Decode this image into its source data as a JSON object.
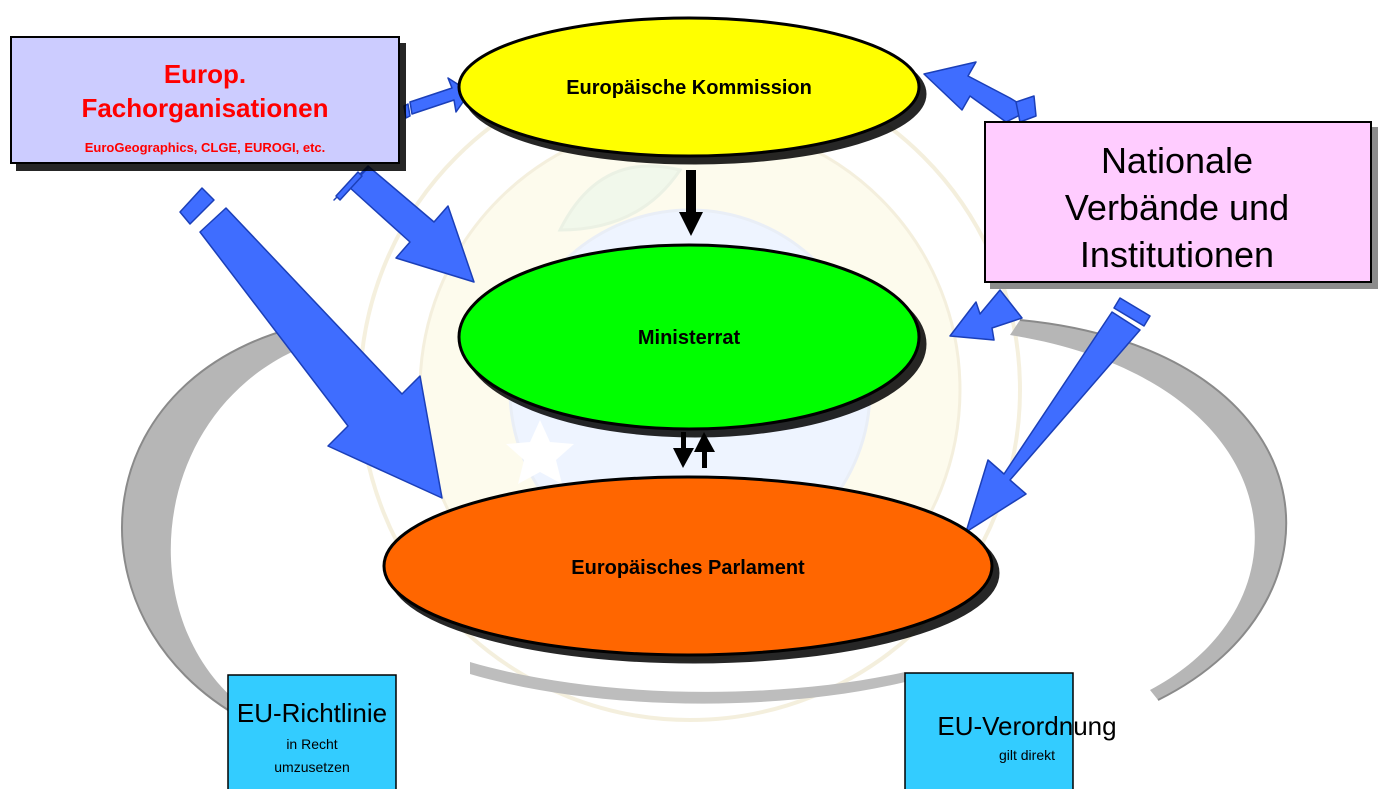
{
  "colors": {
    "background": "#ffffff",
    "cycle_ring": "#b3b3b3",
    "arrow_blue": "#3f6dff",
    "arrow_black": "#000000",
    "kommission_fill": "#ffff00",
    "ministerrat_fill": "#00ff00",
    "parlament_fill": "#ff6600",
    "fachorg_box_fill": "#ccccff",
    "nationale_box_fill": "#ffccff",
    "eu_box_fill": "#33ccff",
    "red_text": "#ff0000"
  },
  "nodes": {
    "kommission": {
      "label": "Europäische Kommission"
    },
    "ministerrat": {
      "label": "Ministerrat"
    },
    "parlament": {
      "label": "Europäisches Parlament"
    }
  },
  "boxes": {
    "fachorganisationen": {
      "title_line1": "Europ.",
      "title_line2": "Fachorganisationen",
      "subtitle": "EuroGeographics, CLGE, EUROGI, etc."
    },
    "nationale": {
      "line1": "Nationale",
      "line2": "Verbände und",
      "line3": "Institutionen"
    },
    "richtlinie": {
      "title": "EU-Richtlinie",
      "sub_line1": "in Recht",
      "sub_line2": "umzusetzen"
    },
    "verordnung": {
      "title": "EU-Verordnung",
      "sub_line1": "gilt direkt"
    }
  },
  "icons": {
    "background_seal": "watermark-seal-icon",
    "arrow": "block-arrow-icon"
  }
}
